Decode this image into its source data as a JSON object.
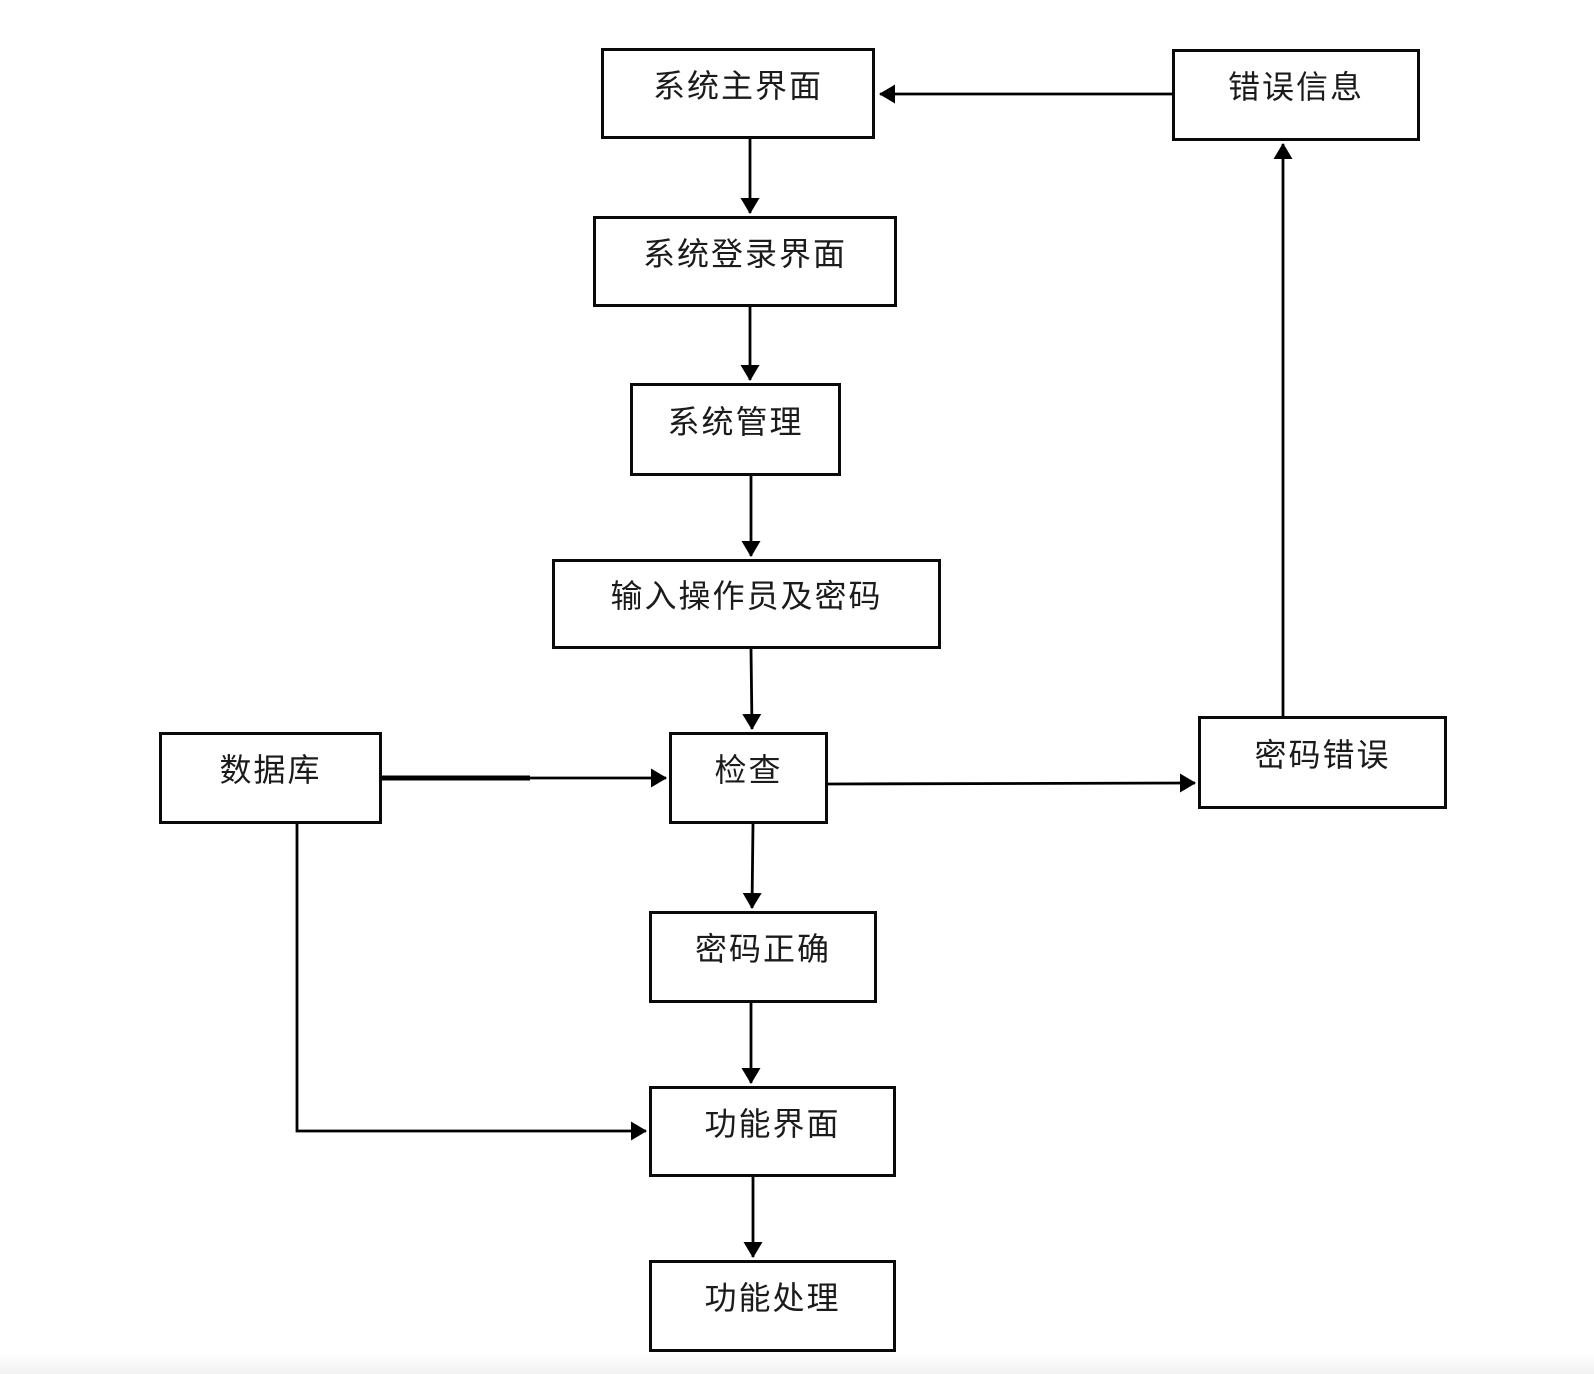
{
  "page": {
    "background": "#ffffff",
    "line_color": "#000000",
    "box_border_color": "#0a0a0a",
    "box_background": "#ffffff",
    "text_color": "#1b1b1b"
  },
  "diagram": {
    "type": "flowchart",
    "nodes": {
      "main_ui": {
        "label": "系统主界面"
      },
      "error_info": {
        "label": "错误信息"
      },
      "login_ui": {
        "label": "系统登录界面"
      },
      "system_mgmt": {
        "label": "系统管理"
      },
      "input_cred": {
        "label": "输入操作员及密码"
      },
      "database": {
        "label": "数据库"
      },
      "check": {
        "label": "检查"
      },
      "password_wrong": {
        "label": "密码错误"
      },
      "password_correct": {
        "label": "密码正确"
      },
      "function_ui": {
        "label": "功能界面"
      },
      "function_process": {
        "label": "功能处理"
      }
    },
    "edges": [
      {
        "from": "main_ui",
        "to": "login_ui"
      },
      {
        "from": "error_info",
        "to": "main_ui"
      },
      {
        "from": "login_ui",
        "to": "system_mgmt"
      },
      {
        "from": "system_mgmt",
        "to": "input_cred"
      },
      {
        "from": "input_cred",
        "to": "check"
      },
      {
        "from": "database",
        "to": "check"
      },
      {
        "from": "check",
        "to": "password_wrong"
      },
      {
        "from": "password_wrong",
        "to": "error_info"
      },
      {
        "from": "check",
        "to": "password_correct"
      },
      {
        "from": "password_correct",
        "to": "function_ui"
      },
      {
        "from": "database",
        "to": "function_ui"
      },
      {
        "from": "function_ui",
        "to": "function_process"
      }
    ]
  }
}
